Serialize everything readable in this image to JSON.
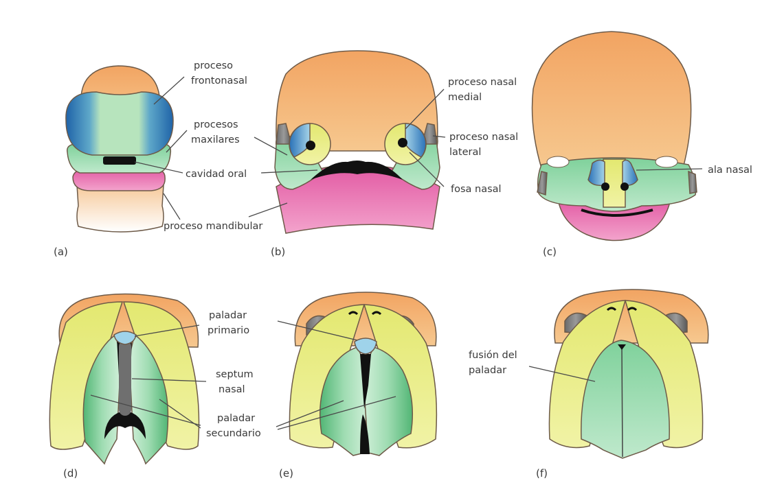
{
  "panels": {
    "a": {
      "id": "(a)"
    },
    "b": {
      "id": "(b)"
    },
    "c": {
      "id": "(c)"
    },
    "d": {
      "id": "(d)"
    },
    "e": {
      "id": "(e)"
    },
    "f": {
      "id": "(f)"
    }
  },
  "labels": {
    "proceso_frontonasal": [
      "proceso",
      "frontonasal"
    ],
    "procesos_maxilares": [
      "procesos",
      "maxilares"
    ],
    "cavidad_oral": "cavidad oral",
    "proceso_mandibular": "proceso mandibular",
    "proceso_nasal_medial": [
      "proceso nasal",
      "medial"
    ],
    "proceso_nasal_lateral": [
      "proceso nasal",
      "lateral"
    ],
    "fosa_nasal": "fosa nasal",
    "ala_nasal": "ala nasal",
    "paladar_primario": [
      "paladar",
      "primario"
    ],
    "septum_nasal": [
      "septum",
      "nasal"
    ],
    "paladar_secundario": [
      "paladar",
      "secundario"
    ],
    "fusion_del_paladar": [
      "fusión del",
      "paladar"
    ]
  },
  "colors": {
    "frontonasal": "#f3ad6e",
    "maxillary": "#8fd6a6",
    "mandibular": "#e45ba3",
    "nasal_medial": "#e6e87a",
    "nasal_lateral": "#2f7ebf",
    "palate_primary": "#9cd2ea",
    "cavity": "#111111",
    "septum": "#6b6b6b"
  }
}
